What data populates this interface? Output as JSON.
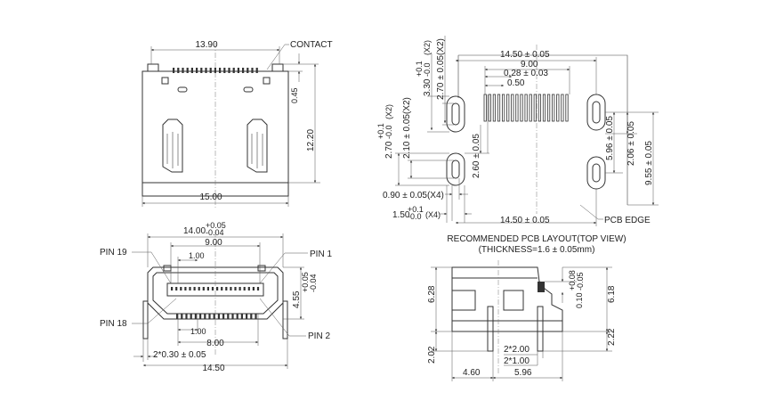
{
  "top_view": {
    "width_top": "13.90",
    "callout": "CONTACT",
    "dim_right_small": "0.45",
    "dim_right_height": "12.20",
    "width_bottom": "15.00"
  },
  "front_view": {
    "width_top": "14.00",
    "width_top_tol_up": "+0.05",
    "width_top_tol_dn": "-0.04",
    "pitch_upper": "9.00",
    "pitch_upper_small": "1.00",
    "pin19": "PIN 19",
    "pin1": "PIN 1",
    "pin18": "PIN 18",
    "pin2": "PIN 2",
    "height_v": "4.55",
    "height_tol_up": "+0.05",
    "height_tol_dn": "-0.04",
    "pitch_lower_small": "1.00",
    "pitch_lower": "8.00",
    "lead_width": "2*0.30 ± 0.05",
    "overall_width": "14.50"
  },
  "pcb_layout": {
    "width_top": "14.50 ± 0.05",
    "pitch_9": "9.00",
    "pad_pitch": "0.28 ± 0.03",
    "pad_small": "0.50",
    "slot_v1": "3.30",
    "slot_v1_tol_up": "+0.1",
    "slot_v1_tol_dn": "-0.0",
    "slot_v1_suffix": "(X2)",
    "slot_v2": "2.70 ± 0.05(X2)",
    "slot_v3": "2.70",
    "slot_v3_tol_up": "+0.1",
    "slot_v3_tol_dn": "-0.0",
    "slot_v3_suffix": "(X2)",
    "slot_v4": "2.10 ± 0.05(X2)",
    "dim_260": "2.60 ± 0.05",
    "dim_596": "5.96 ± 0.05",
    "dim_206": "2.06 ± 0.05",
    "dim_955": "9.55 ± 0.05",
    "slot_h1": "0.90 ± 0.05(X4)",
    "slot_h2": "1.50",
    "slot_h2_tol_up": "+0.1",
    "slot_h2_tol_dn": "-0.0",
    "slot_h2_suffix": "(X4)",
    "width_bottom": "14.50 ± 0.05",
    "pcb_edge": "PCB EDGE",
    "caption_1": "RECOMMENDED PCB LAYOUT(TOP VIEW)",
    "caption_2": "(THICKNESS=1.6 ± 0.05mm)"
  },
  "side_view": {
    "height_left": "6.28",
    "tol_up": "+0.08",
    "tol_dn": "-0.05",
    "tol_base": "0.10",
    "height_right": "6.18",
    "dim_222": "2.22",
    "dim_202": "2.02",
    "dim_2x200": "2*2.00",
    "dim_2x100": "2*1.00",
    "dim_460": "4.60",
    "dim_596": "5.96"
  }
}
